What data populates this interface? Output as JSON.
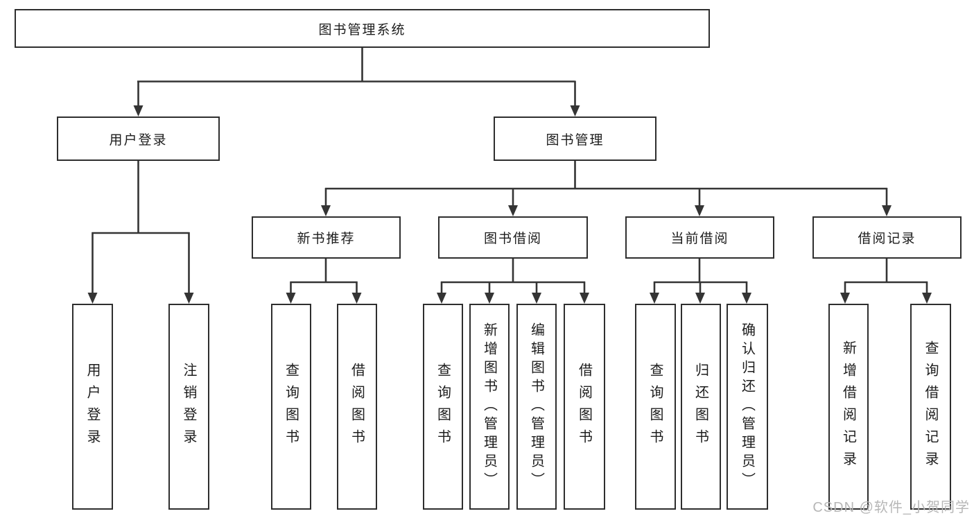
{
  "diagram": {
    "title": "图书管理系统",
    "root": {
      "label": "图书管理系统"
    },
    "level2": [
      {
        "label": "用户登录"
      },
      {
        "label": "图书管理"
      }
    ],
    "level3": [
      {
        "label": "新书推荐"
      },
      {
        "label": "图书借阅"
      },
      {
        "label": "当前借阅"
      },
      {
        "label": "借阅记录"
      }
    ],
    "leaves": [
      {
        "label": "用户登录",
        "parent": "用户登录"
      },
      {
        "label": "注销登录",
        "parent": "用户登录"
      },
      {
        "label": "查询图书",
        "parent": "新书推荐"
      },
      {
        "label": "借阅图书",
        "parent": "新书推荐"
      },
      {
        "label": "查询图书",
        "parent": "图书借阅"
      },
      {
        "label": "新增图书（管理员）",
        "parent": "图书借阅"
      },
      {
        "label": "编辑图书（管理员）",
        "parent": "图书借阅"
      },
      {
        "label": "借阅图书",
        "parent": "图书借阅"
      },
      {
        "label": "查询图书",
        "parent": "当前借阅"
      },
      {
        "label": "归还图书",
        "parent": "当前借阅"
      },
      {
        "label": "确认归还（管理员）",
        "parent": "当前借阅"
      },
      {
        "label": "新增借阅记录",
        "parent": "借阅记录"
      },
      {
        "label": "查询借阅记录",
        "parent": "借阅记录"
      }
    ]
  },
  "watermark": {
    "text": "CSDN @软件_小贺同学"
  },
  "colors": {
    "line": "#343434",
    "box_border": "#2e2e2e",
    "text": "#1c1c1c",
    "watermark": "#b7b7b7",
    "background": "#ffffff"
  }
}
